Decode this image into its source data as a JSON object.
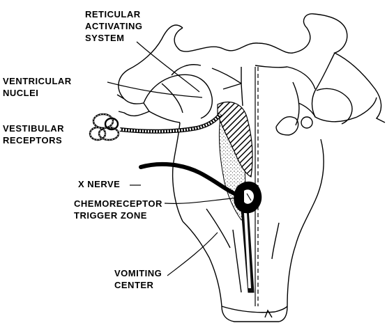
{
  "labels": {
    "reticular": [
      "RETICULAR",
      "ACTIVATING",
      "SYSTEM"
    ],
    "ventricular": [
      "VENTRICULAR",
      "NUCLEI"
    ],
    "vestibular": [
      "VESTIBULAR",
      "RECEPTORS"
    ],
    "nerve": "X NERVE",
    "chemoreceptor": [
      "CHEMORECEPTOR",
      "TRIGGER ZONE"
    ],
    "vomiting": [
      "VOMITING",
      "CENTER"
    ]
  }
}
